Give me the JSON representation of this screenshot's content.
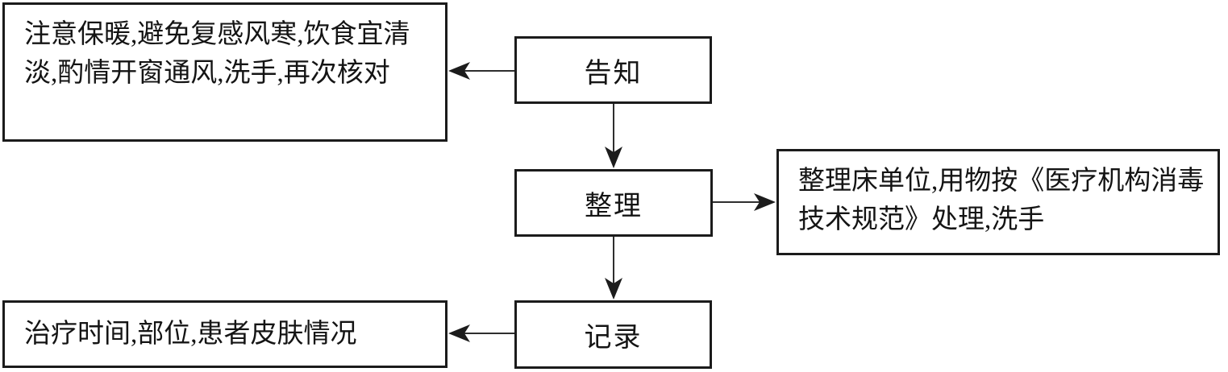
{
  "diagram": {
    "type": "flowchart",
    "background_color": "#ffffff",
    "line_color": "#2e2e2e",
    "border_color": "#1b1b1b",
    "text_color": "#141414",
    "nodes": {
      "inform": {
        "label": "告知"
      },
      "tidy": {
        "label": "整理"
      },
      "record": {
        "label": "记录"
      },
      "inform_note": {
        "text": "注意保暖,避免复感风寒,饮食宜清淡,酌情开窗通风,洗手,再次核对"
      },
      "tidy_note": {
        "text": "整理床单位,用物按《医疗机构消毒技术规范》处理,洗手"
      },
      "record_note": {
        "text": "治疗时间,部位,患者皮肤情况"
      }
    },
    "edges": [
      {
        "from": "告知",
        "to": "inform_note",
        "direction": "left"
      },
      {
        "from": "告知",
        "to": "整理",
        "direction": "down"
      },
      {
        "from": "整理",
        "to": "tidy_note",
        "direction": "right"
      },
      {
        "from": "整理",
        "to": "记录",
        "direction": "down"
      },
      {
        "from": "记录",
        "to": "record_note",
        "direction": "left"
      }
    ]
  }
}
